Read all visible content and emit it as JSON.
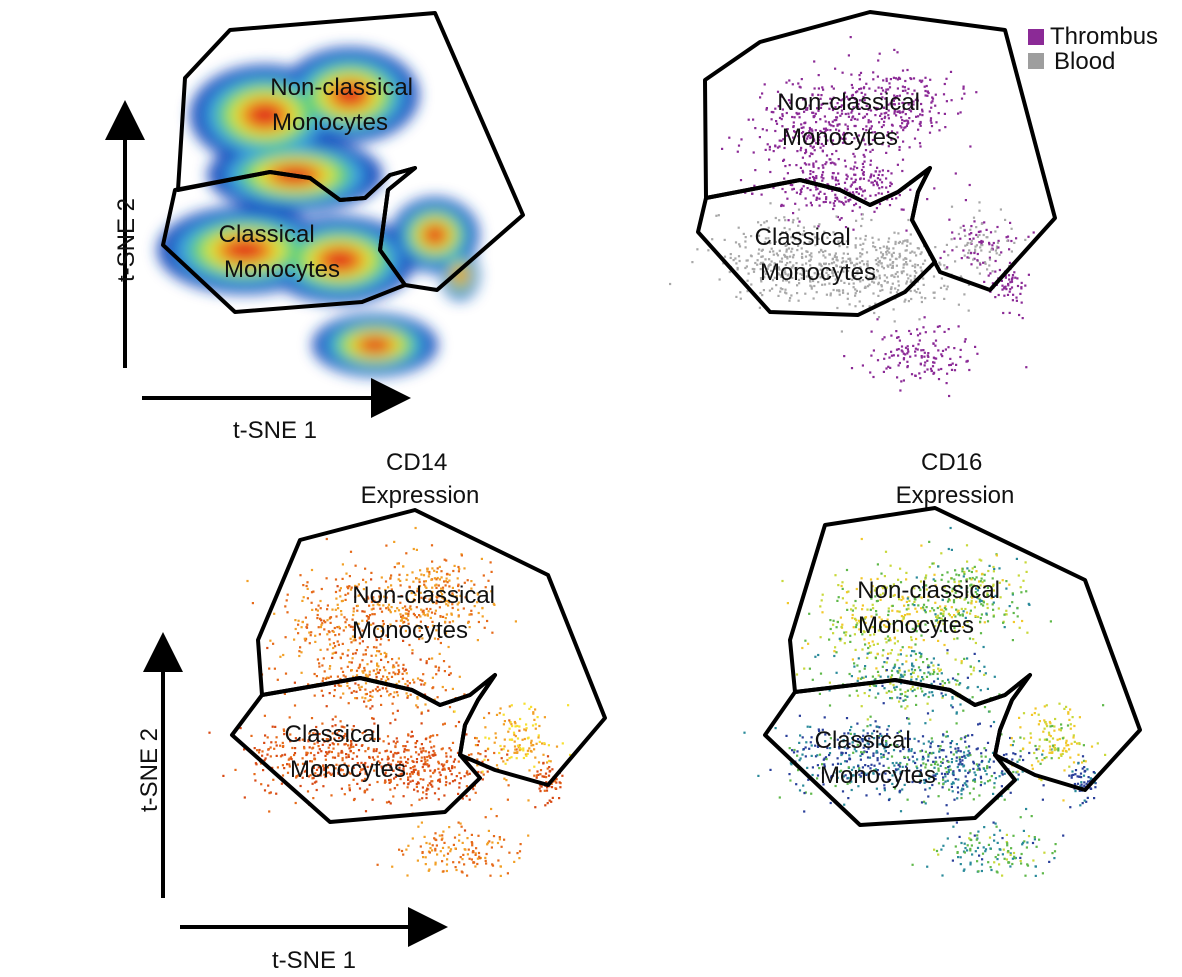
{
  "panels": [
    {
      "id": "density",
      "type": "density",
      "gates": {
        "upper": "Non-classical\nMonocytes",
        "lower": "Classical\nMonocytes"
      }
    },
    {
      "id": "origin",
      "type": "categorical",
      "gates": {
        "upper": "Non-classical\nMonocytes",
        "lower": "Classical\nMonocytes"
      }
    },
    {
      "id": "cd14",
      "type": "expression",
      "title": "CD14\nExpression",
      "gates": {
        "upper": "Non-classical\nMonocytes",
        "lower": "Classical\nMonocytes"
      }
    },
    {
      "id": "cd16",
      "type": "expression",
      "title": "CD16\nExpression",
      "gates": {
        "upper": "Non-classical\nMonocytes",
        "lower": "Classical\nMonocytes"
      }
    }
  ],
  "axes": {
    "x_label": "t-SNE 1",
    "y_label": "t-SNE 2"
  },
  "legend": {
    "placement": "top-right",
    "items": [
      {
        "label": "Thrombus",
        "color": "#8b2a96"
      },
      {
        "label": "Blood",
        "color": "#9e9e9e"
      }
    ]
  },
  "colors": {
    "thrombus": "#8b2a96",
    "blood": "#a8a8a8",
    "density_scale": [
      "#1f4fbf",
      "#3aa0e0",
      "#5fd07a",
      "#d8e83a",
      "#f08a1e",
      "#e02a1a"
    ],
    "cd14_scale": [
      "#f7e030",
      "#f2a026",
      "#e66a1a",
      "#d84a14"
    ],
    "cd16_scale": [
      "#2a3f9a",
      "#2a8a9a",
      "#5fb84a",
      "#c8d83a",
      "#f2c82a"
    ]
  }
}
